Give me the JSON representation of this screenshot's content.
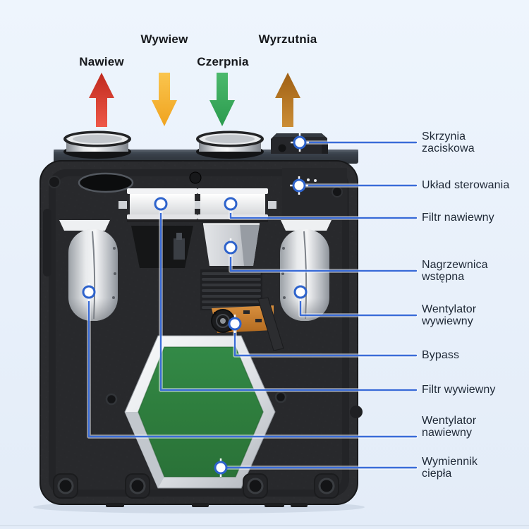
{
  "diagram": {
    "background_color": "#e9f1fb",
    "flow_labels": {
      "nawiew": {
        "label": "Nawiew",
        "direction": "up",
        "color": "#d2342a"
      },
      "wywiew": {
        "label": "Wywiew",
        "direction": "down",
        "color": "#f6b637"
      },
      "czerpnia": {
        "label": "Czerpnia",
        "direction": "down",
        "color": "#3aab5e"
      },
      "wyrzutnia": {
        "label": "Wyrzutnia",
        "direction": "up",
        "color": "#b37422"
      }
    },
    "callouts": [
      {
        "label": "Skrzynia\nzaciskowa"
      },
      {
        "label": "Układ sterowania"
      },
      {
        "label": "Filtr nawiewny"
      },
      {
        "label": "Nagrzewnica\nwstępna"
      },
      {
        "label": "Wentylator\nwywiewny"
      },
      {
        "label": "Bypass"
      },
      {
        "label": "Filtr wywiewny"
      },
      {
        "label": "Wentylator\nnawiewny"
      },
      {
        "label": "Wymiennik\nciepła"
      }
    ],
    "callout_line_color": "#3a6cd8",
    "unit_colors": {
      "body": "#2b2c2f",
      "heat_exchanger_green": "#2e7d3d",
      "bypass_orange": "#c67c2e",
      "filter_white": "#f2f3f5",
      "fan_silver": "#d7d9dc",
      "port_silver": "#d2d5d9"
    }
  }
}
